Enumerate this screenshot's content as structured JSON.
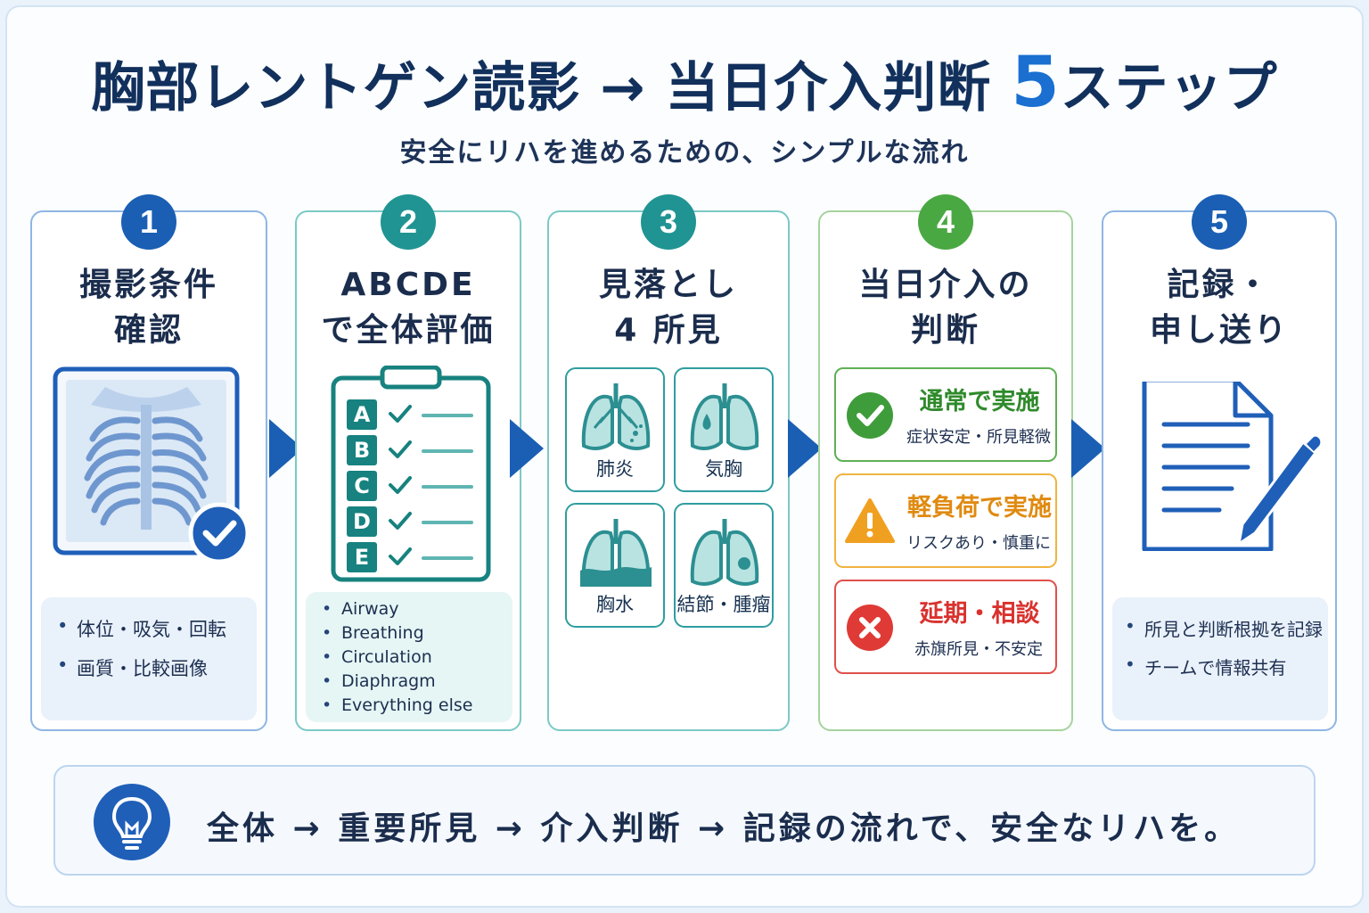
{
  "title": {
    "main": "胸部レントゲン読影 → 当日介入判断",
    "number": "5",
    "suffix": "ステップ"
  },
  "subtitle": "安全にリハを進めるための、シンプルな流れ",
  "colors": {
    "blue": "#1a5fb4",
    "teal": "#1f9493",
    "teal_dark": "#17827f",
    "green": "#4aa843",
    "accent": "#1a6fd1",
    "orange": "#f0a020",
    "red": "#e03a36"
  },
  "steps": [
    {
      "num": "1",
      "title_line1": "撮影条件",
      "title_line2": "確認",
      "notes": [
        "体位・吸気・回転",
        "画質・比較画像"
      ]
    },
    {
      "num": "2",
      "title_line1": "ABCDE",
      "title_line2": "で全体評価",
      "checklist": [
        "A",
        "B",
        "C",
        "D",
        "E"
      ],
      "notes": [
        "Airway",
        "Breathing",
        "Circulation",
        "Diaphragm",
        "Everything else"
      ]
    },
    {
      "num": "3",
      "title_line1": "見落とし",
      "title_line2": "4 所見",
      "findings": [
        "肺炎",
        "気胸",
        "胸水",
        "結節・腫瘤"
      ]
    },
    {
      "num": "4",
      "title_line1": "当日介入の",
      "title_line2": "判断",
      "decisions": [
        {
          "main": "通常で実施",
          "sub": "症状安定・所見軽微"
        },
        {
          "main": "軽負荷で実施",
          "sub": "リスクあり・慎重に"
        },
        {
          "main": "延期・相談",
          "sub": "赤旗所見・不安定"
        }
      ]
    },
    {
      "num": "5",
      "title_line1": "記録・",
      "title_line2": "申し送り",
      "notes": [
        "所見と判断根拠を記録",
        "チームで情報共有"
      ]
    }
  ],
  "summary": "全体 → 重要所見 → 介入判断 → 記録の流れで、安全なリハを。"
}
